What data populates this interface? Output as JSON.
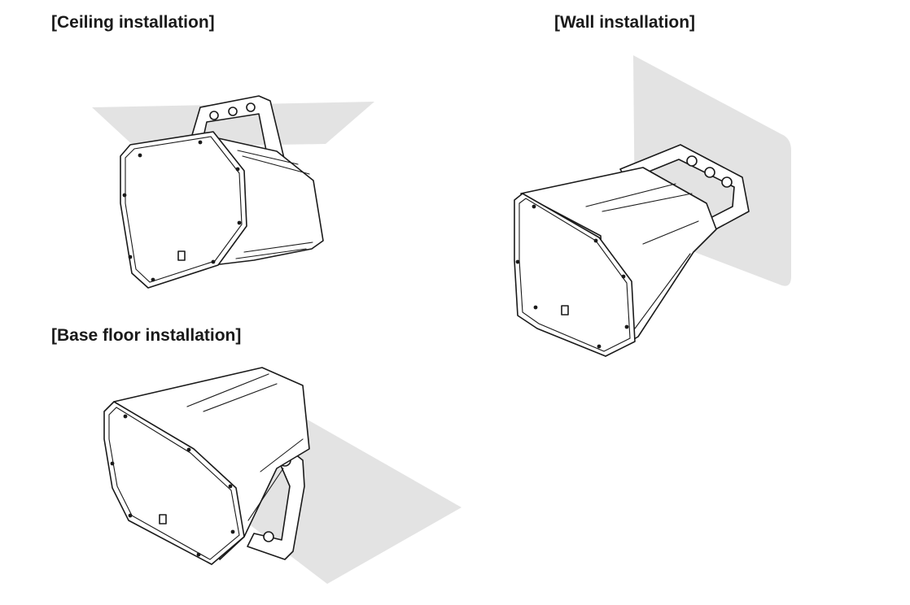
{
  "captions": {
    "ceiling": "[Ceiling installation]",
    "wall": "[Wall installation]",
    "floor": "[Base floor installation]"
  },
  "colors": {
    "surface": "#e3e3e3",
    "outline": "#1a1a1a",
    "speaker": "#ffffff"
  },
  "icons": {
    "speaker": "horn-speaker-icon",
    "bracket": "mounting-bracket-icon",
    "surface": "mounting-surface"
  }
}
